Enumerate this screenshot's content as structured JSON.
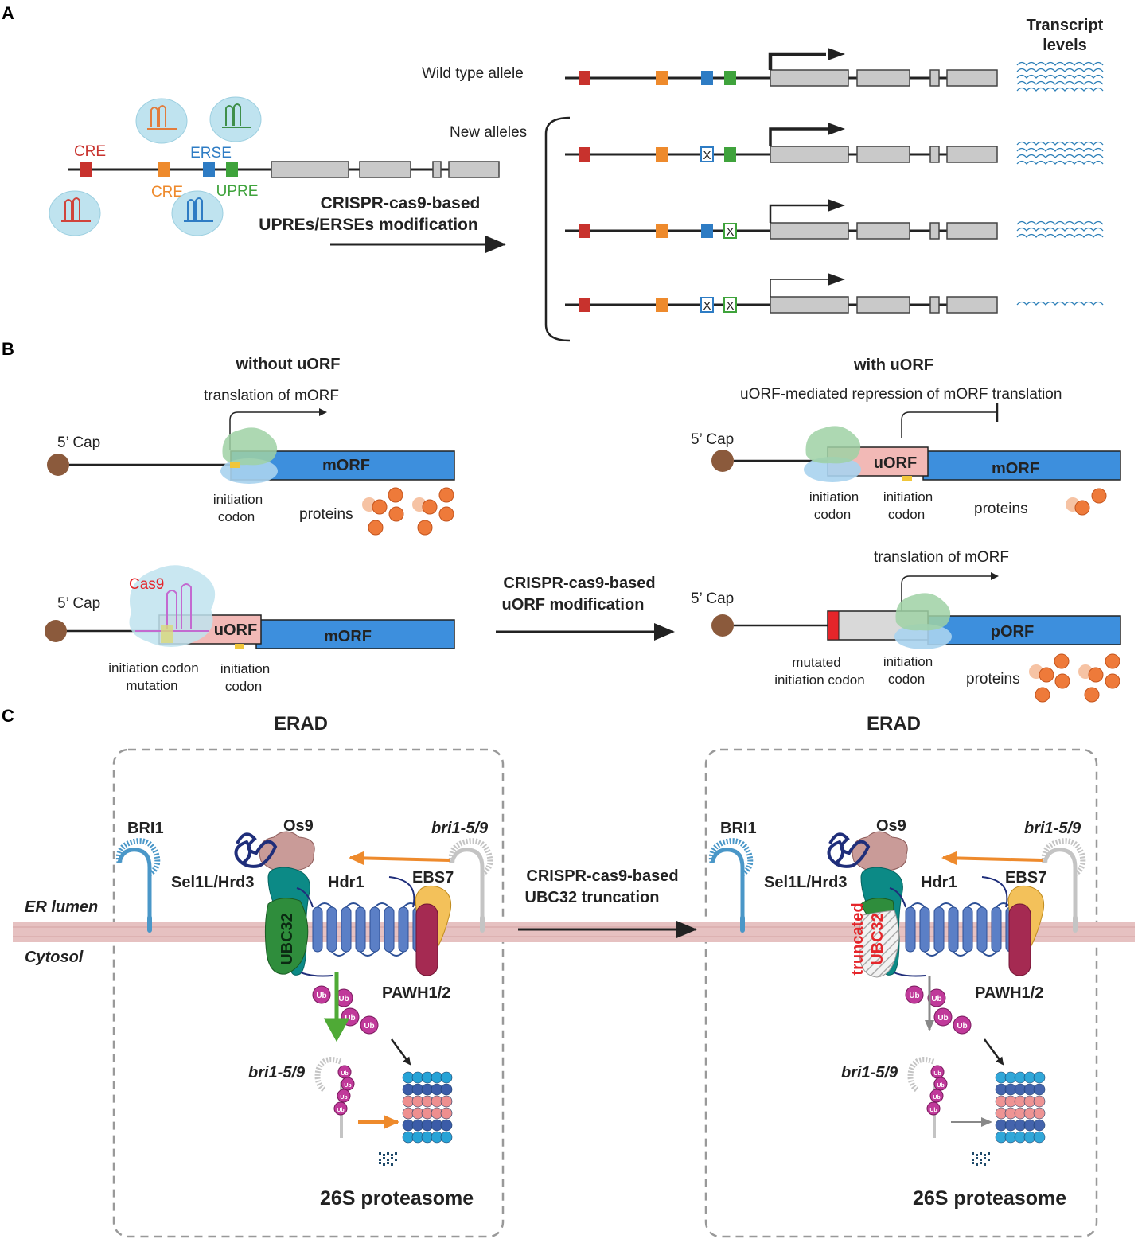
{
  "panels": {
    "a": "A",
    "b": "B",
    "c": "C"
  },
  "panel_a": {
    "transcript_levels": [
      "Transcript",
      "levels"
    ],
    "wild_type_allele": "Wild type allele",
    "new_alleles": "New alleles",
    "element_labels": {
      "cre_red": "CRE",
      "cre_orange": "CRE",
      "erse": "ERSE",
      "upre": "UPRE"
    },
    "modification_title": [
      "CRISPR-cas9-based",
      "UPREs/ERSEs modification"
    ],
    "mutation_mark": "X"
  },
  "panel_b": {
    "without_uorf": "without uORF",
    "with_uorf": "with uORF",
    "translation_of_morf": "translation of mORF",
    "repression": "uORF-mediated repression of mORF translation",
    "cap": "5’ Cap",
    "morf": "mORF",
    "uorf": "uORF",
    "porf": "pORF",
    "initiation_codon": [
      "initiation",
      "codon"
    ],
    "proteins": "proteins",
    "cas9": "Cas9",
    "initiation_codon_mutation": [
      "initiation codon",
      "mutation"
    ],
    "mutated_initiation_codon": [
      "mutated",
      "initiation codon"
    ],
    "modification_title": [
      "CRISPR-cas9-based",
      "uORF modification"
    ]
  },
  "panel_c": {
    "erad": "ERAD",
    "bri1": "BRI1",
    "os9": "Os9",
    "bri1_mut": "bri1-5/9",
    "sel1l": "Sel1L/Hrd3",
    "hdr1": "Hdr1",
    "ebs7": "EBS7",
    "ubc32": "UBC32",
    "truncated": "truncated",
    "pawh": "PAWH1/2",
    "ub": "Ub",
    "proteasome": "26S proteasome",
    "er_lumen": "ER lumen",
    "cytosol": "Cytosol",
    "modification_title": [
      "CRISPR-cas9-based",
      "UBC32 truncation"
    ]
  },
  "colors": {
    "cre_red": "#c8322d",
    "cre_orange": "#ee8a2c",
    "erse": "#2e7cc4",
    "upre": "#3fa33c",
    "orf_blue": "#3d8fdd",
    "uorf_pink": "#f2b9b6",
    "protein": "#ee7a3a",
    "ub": "#c0399a",
    "ubc32": "#2f8d3c",
    "membrane": "#e6c1c1"
  }
}
